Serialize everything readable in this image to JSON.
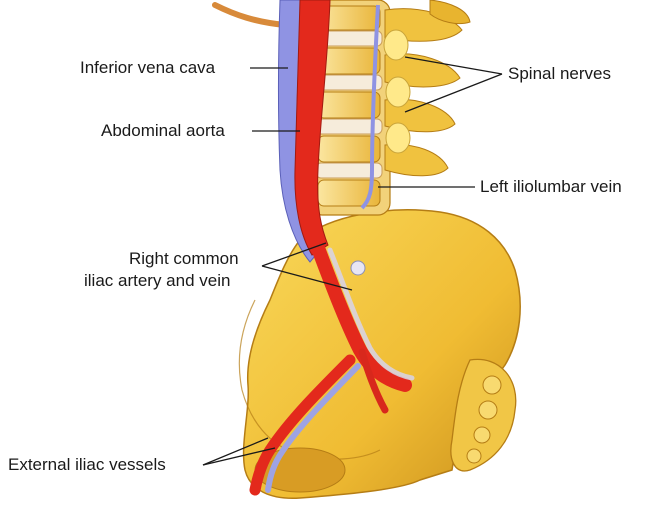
{
  "labels": {
    "inferior_vena_cava": "Inferior vena cava",
    "abdominal_aorta": "Abdominal aorta",
    "spinal_nerves": "Spinal nerves",
    "left_iliolumbar_vein": "Left iliolumbar vein",
    "right_common_iliac_line1": "Right common",
    "right_common_iliac_line2": "iliac artery and vein",
    "external_iliac_vessels": "External iliac vessels"
  },
  "colors": {
    "bone": "#f2c23a",
    "bone_shade": "#c9921e",
    "disc": "#f4ead8",
    "artery": "#e0281c",
    "vein": "#8a8fe0",
    "nerve": "#ffe98a",
    "leader_line": "#1a1a1a"
  }
}
